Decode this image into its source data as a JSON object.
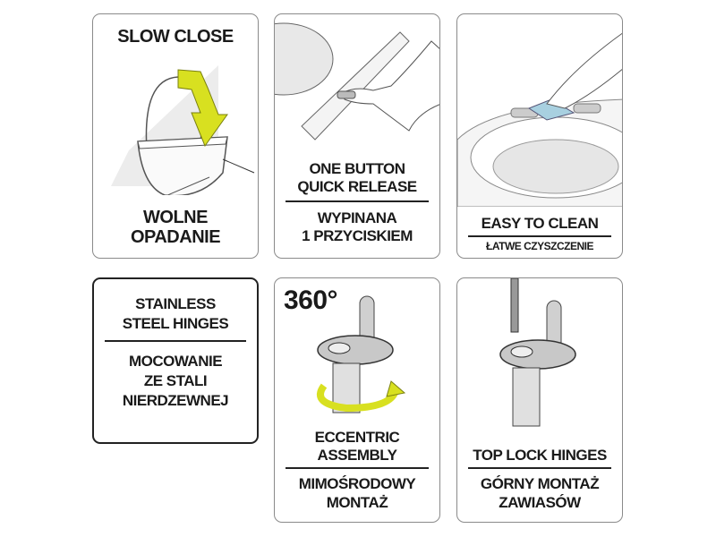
{
  "panels": {
    "slow_close": {
      "title_en": "SLOW CLOSE",
      "title_pl_1": "WOLNE",
      "title_pl_2": "OPADANIE"
    },
    "quick_release": {
      "title_en_1": "ONE BUTTON",
      "title_en_2": "QUICK RELEASE",
      "title_pl_1": "WYPINANA",
      "title_pl_2": "1 PRZYCISKIEM"
    },
    "easy_clean": {
      "title_en": "EASY TO CLEAN",
      "title_pl": "ŁATWE CZYSZCZENIE"
    },
    "stainless": {
      "title_en_1": "STAINLESS",
      "title_en_2": "STEEL HINGES",
      "title_pl_1": "MOCOWANIE",
      "title_pl_2": "ZE STALI",
      "title_pl_3": "NIERDZEWNEJ"
    },
    "eccentric": {
      "badge": "360°",
      "title_en_1": "ECCENTRIC",
      "title_en_2": "ASSEMBLY",
      "title_pl_1": "MIMOŚRODOWY",
      "title_pl_2": "MONTAŻ"
    },
    "top_lock": {
      "title_en": "TOP LOCK HINGES",
      "title_pl_1": "GÓRNY MONTAŻ",
      "title_pl_2": "ZAWIASÓW"
    }
  },
  "colors": {
    "arrow": "#d8e020",
    "border": "#8a8a8a",
    "text": "#1a1a1a"
  }
}
